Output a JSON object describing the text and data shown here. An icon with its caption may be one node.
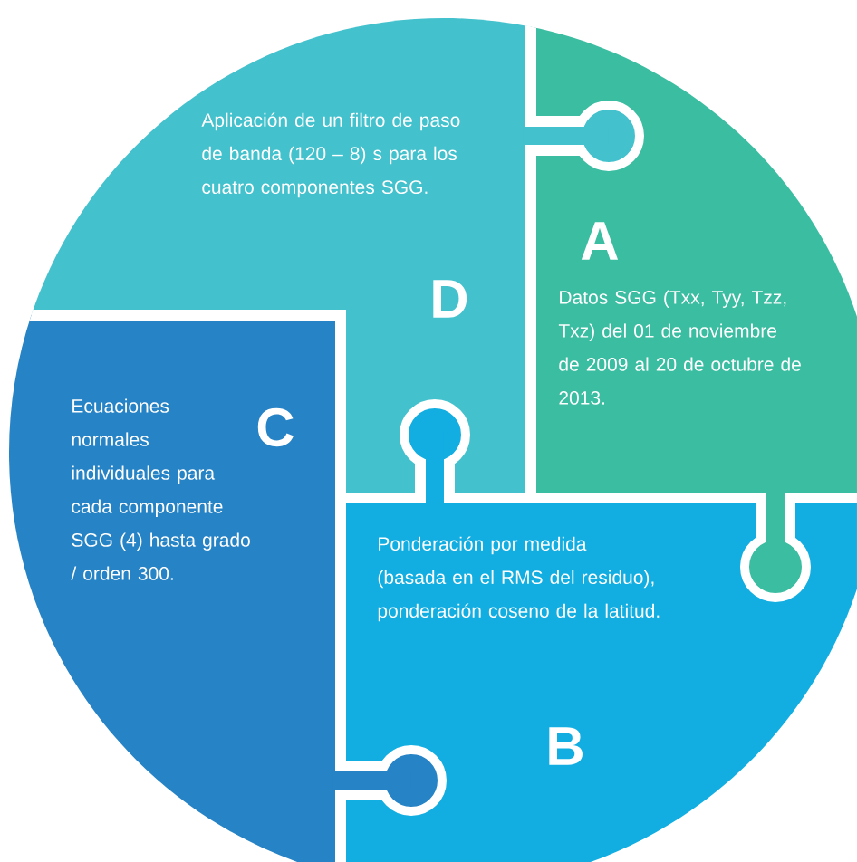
{
  "diagram": {
    "nodes": [
      {
        "text": [
          "Aplicación de un filtro de paso de banda (120 – 8) s para los cuatro componentes SGG.",
          "D"
        ]
      },
      {
        "text": [
          "A",
          "Datos SGG (Txx, Tyy, Tzz, Txz) del 01 de noviembre de 2009 al 20 de octubre de 2013."
        ]
      },
      {
        "text": [
          "Ecuaciones normales individuales para cada componente SGG (4) hasta grado / orden 300.",
          "C"
        ]
      },
      {
        "text": [
          "Ponderación por medida (basada en el RMS del residuo), ponderación coseno de la latitud.",
          "B"
        ]
      }
    ]
  }
}
